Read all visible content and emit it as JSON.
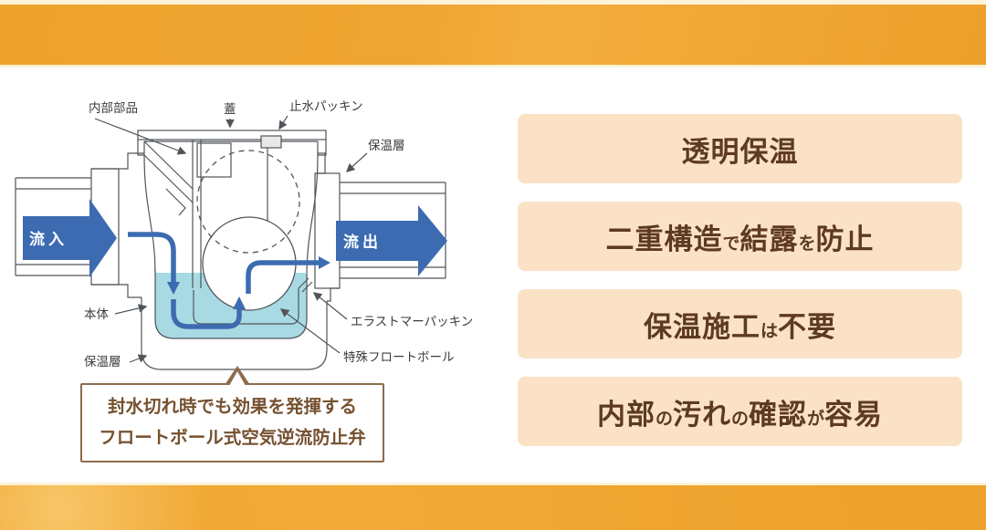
{
  "colors": {
    "band_orange": "#efa531",
    "cream_edge": "#fcf3d9",
    "card_peach": "#fbe2c6",
    "card_text_brown": "#5d3a20",
    "caption_border_brown": "#8e6b4b",
    "caption_text_brown": "#75512f",
    "flow_blue": "#3c6bb1",
    "water_cyan": "#a8dae3",
    "line_gray": "#50555a"
  },
  "diagram": {
    "labels": {
      "internal_parts": "内部部品",
      "lid": "蓋",
      "water_stop_packing": "止水パッキン",
      "insulation_top": "保温層",
      "body": "本体",
      "insulation_bottom": "保温層",
      "elastomer_packing": "エラストマーパッキン",
      "float_ball": "特殊フロートボール",
      "inflow": "流入",
      "outflow": "流出"
    },
    "caption": {
      "line1": "封水切れ時でも効果を発揮する",
      "line2": "フロートボール式空気逆流防止弁"
    }
  },
  "features": [
    {
      "parts": [
        {
          "text": "透明保温",
          "size": "big"
        }
      ]
    },
    {
      "parts": [
        {
          "text": "二重構造",
          "size": "big"
        },
        {
          "text": "で",
          "size": "small"
        },
        {
          "text": "結露",
          "size": "big"
        },
        {
          "text": "を",
          "size": "small"
        },
        {
          "text": "防止",
          "size": "big"
        }
      ]
    },
    {
      "parts": [
        {
          "text": "保温施工",
          "size": "big"
        },
        {
          "text": "は",
          "size": "small"
        },
        {
          "text": "不要",
          "size": "big"
        }
      ]
    },
    {
      "parts": [
        {
          "text": "内部",
          "size": "big"
        },
        {
          "text": "の",
          "size": "small"
        },
        {
          "text": "汚れ",
          "size": "big"
        },
        {
          "text": "の",
          "size": "small"
        },
        {
          "text": "確認",
          "size": "big"
        },
        {
          "text": "が",
          "size": "small"
        },
        {
          "text": "容易",
          "size": "big"
        }
      ]
    }
  ]
}
